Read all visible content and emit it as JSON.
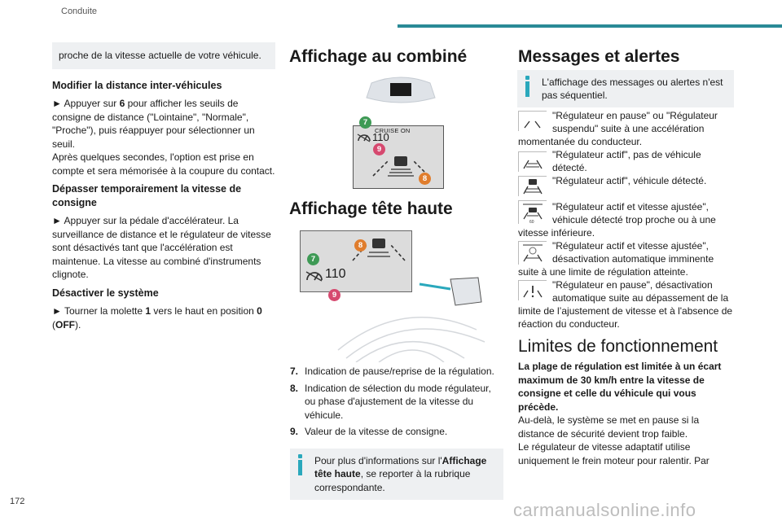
{
  "header": {
    "section": "Conduite",
    "accent_color": "#2a8a96"
  },
  "page_number": "172",
  "footer": "carmanualsonline.info",
  "left": {
    "shaded_text": "proche de la vitesse actuelle de votre véhicule.",
    "h_distance": "Modifier la distance inter-véhicules",
    "p_distance_1_a": "► Appuyer sur ",
    "p_distance_1_b": "6",
    "p_distance_1_c": " pour afficher les seuils de consigne de distance (\"Lointaine\", \"Normale\", \"Proche\"), puis réappuyer pour sélectionner un seuil.",
    "p_distance_2": "Après quelques secondes, l'option est prise en compte et sera mémorisée à la coupure du contact.",
    "h_depasser": "Dépasser temporairement la vitesse de consigne",
    "p_depasser": "► Appuyer sur la pédale d'accélérateur. La surveillance de distance et le régulateur de vitesse sont désactivés tant que l'accélération est maintenue. La vitesse au combiné d'instruments clignote.",
    "h_desactiver": "Désactiver le système",
    "p_desactiver_a": "► Tourner la molette ",
    "p_desactiver_b": "1",
    "p_desactiver_c": " vers le haut en position ",
    "p_desactiver_d": "0",
    "p_desactiver_e": " (",
    "p_desactiver_f": "OFF",
    "p_desactiver_g": ")."
  },
  "middle": {
    "title_combine": "Affichage au combiné",
    "combine_screen": {
      "label": "CRUISE ON",
      "speed": "110"
    },
    "title_hud": "Affichage tête haute",
    "hud": {
      "speed": "110"
    },
    "callouts": {
      "c7": "7",
      "c8": "8",
      "c9": "9"
    },
    "list": [
      {
        "n": "7.",
        "text": "Indication de pause/reprise de la régulation."
      },
      {
        "n": "8.",
        "text": "Indication de sélection du mode régulateur, ou phase d'ajustement de la vitesse du véhicule."
      },
      {
        "n": "9.",
        "text": "Valeur de la vitesse de consigne."
      }
    ],
    "info_a": "Pour plus d'informations sur l'",
    "info_b": "Affichage tête haute",
    "info_c": ", se reporter à la rubrique correspondante."
  },
  "right": {
    "title_messages": "Messages et alertes",
    "info": "L'affichage des messages ou alertes n'est pas séquentiel.",
    "messages": [
      {
        "icon": "pause-icon",
        "line1": "\"Régulateur en pause\" ou \"Régulateur",
        "line2": "suspendu\" suite à une accélération",
        "cont": "momentanée du conducteur."
      },
      {
        "icon": "road-icon",
        "line1": "\"Régulateur actif\", pas de véhicule",
        "line2": "détecté.",
        "cont": ""
      },
      {
        "icon": "car-detected-icon",
        "line1": "\"Régulateur actif\", véhicule détecté.",
        "line2": "",
        "cont": ""
      },
      {
        "icon": "speed-adjust-icon",
        "line1": "\"Régulateur actif et vitesse ajustée\",",
        "line2": "véhicule détecté trop proche ou à une",
        "cont": "vitesse inférieure."
      },
      {
        "icon": "speed-limit-icon",
        "line1": "\"Régulateur actif et vitesse ajustée\",",
        "line2": "désactivation automatique imminente",
        "cont": "suite à une limite de régulation atteinte."
      },
      {
        "icon": "warning-icon",
        "line1": "\"Régulateur en pause\", désactivation",
        "line2": "automatique suite au dépassement de la",
        "cont": "limite de l’ajustement de vitesse et à l'absence de réaction du conducteur."
      }
    ],
    "title_limites": "Limites de fonctionnement",
    "limites_bold": "La plage de régulation est limitée à un écart maximum de 30 km/h entre la vitesse de consigne et celle du véhicule qui vous précède.",
    "limites_p1": "Au-delà, le système se met en pause si la distance de sécurité devient trop faible.",
    "limites_p2": "Le régulateur de vitesse adaptatif utilise uniquement le frein moteur pour ralentir. Par"
  }
}
